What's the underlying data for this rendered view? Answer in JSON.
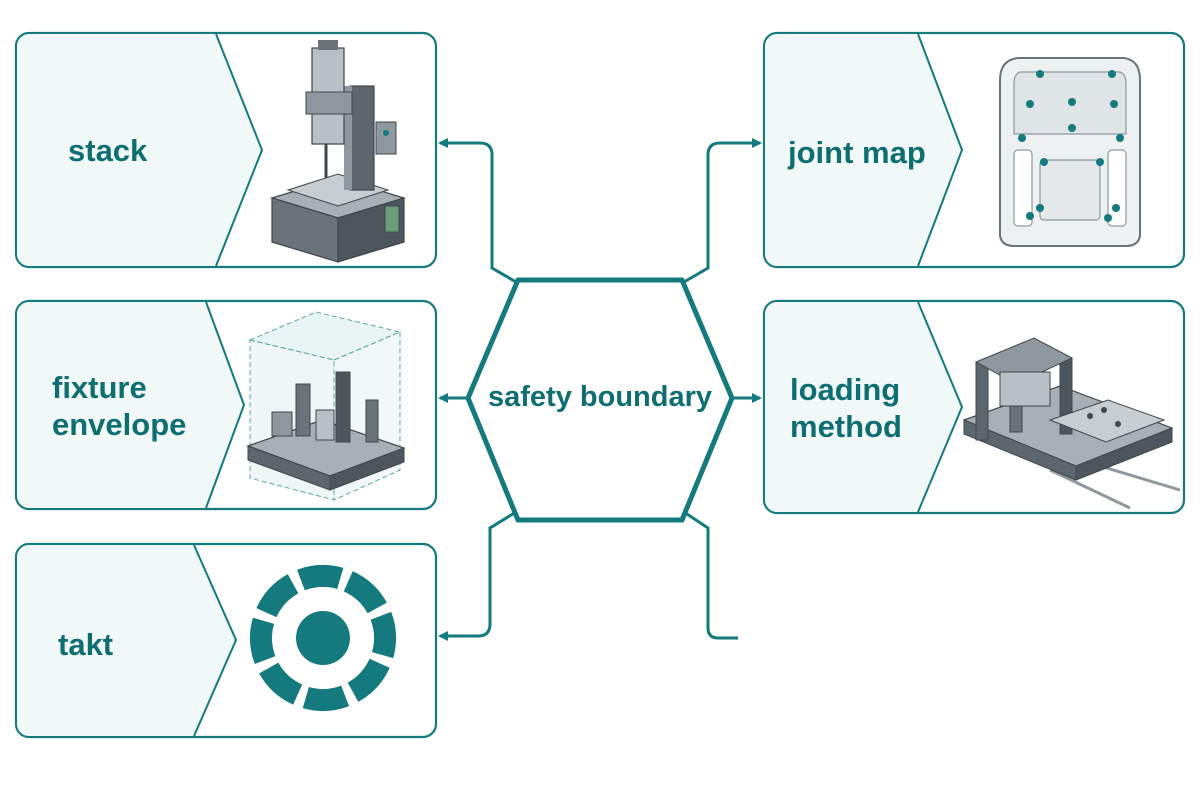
{
  "center": {
    "label": "safety boundary"
  },
  "nodes": [
    {
      "id": "stack",
      "lines": [
        "stack"
      ],
      "icon": "press-machine-icon"
    },
    {
      "id": "fixture-envelope",
      "lines": [
        "fixture",
        "envelope"
      ],
      "icon": "fixture-envelope-icon"
    },
    {
      "id": "takt",
      "lines": [
        "takt"
      ],
      "icon": "takt-ring-icon"
    },
    {
      "id": "joint-map",
      "lines": [
        "joint map"
      ],
      "icon": "car-body-frame-icon"
    },
    {
      "id": "loading-method",
      "lines": [
        "loading",
        "method"
      ],
      "icon": "loading-rail-icon"
    }
  ],
  "colors": {
    "accent": "#147a7e",
    "text": "#0f6e72",
    "card_fill": "#f1f8f8",
    "card_fill_light": "#f8fbfb"
  }
}
